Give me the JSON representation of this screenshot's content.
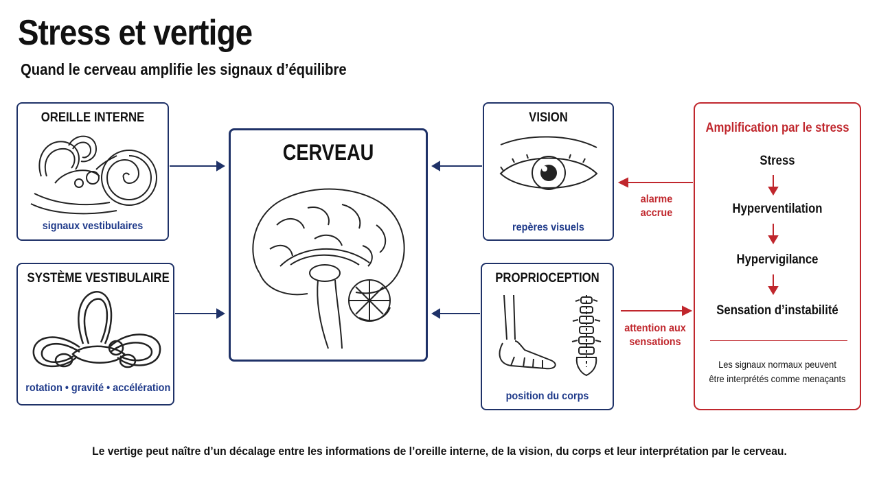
{
  "title": "Stress et vertige",
  "subtitle": "Quand le cerveau amplifie les signaux d’équilibre",
  "boxes": {
    "inner_ear": {
      "title": "OREILLE INTERNE",
      "caption": "signaux vestibulaires",
      "icon": "inner-ear-cochlea"
    },
    "vestibular": {
      "title": "SYSTÈME VESTIBULAIRE",
      "caption": "rotation • gravité • accélération",
      "icon": "semicircular-canals"
    },
    "brain": {
      "title": "CERVEAU",
      "icon": "brain-sagittal"
    },
    "vision": {
      "title": "VISION",
      "caption": "repères visuels",
      "icon": "eye"
    },
    "proprioception": {
      "title": "PROPRIOCEPTION",
      "caption": "position du corps",
      "icon": "foot-and-spine"
    }
  },
  "stress": {
    "heading": "Amplification par le stress",
    "chain": [
      "Stress",
      "Hyperventilation",
      "Hypervigilance",
      "Sensation d’instabilité"
    ],
    "note_line1": "Les signaux normaux peuvent",
    "note_line2": "être interprétés comme menaçants"
  },
  "links": {
    "alarm_line1": "alarme",
    "alarm_line2": "accrue",
    "attention_line1": "attention aux",
    "attention_line2": "sensations"
  },
  "footer": "Le vertige peut naître d’un décalage entre les informations de l’oreille interne, de la vision, du corps et leur interprétation par le cerveau.",
  "colors": {
    "navy": "#1f3268",
    "caption_blue": "#1f3a8a",
    "red": "#c0272d"
  }
}
